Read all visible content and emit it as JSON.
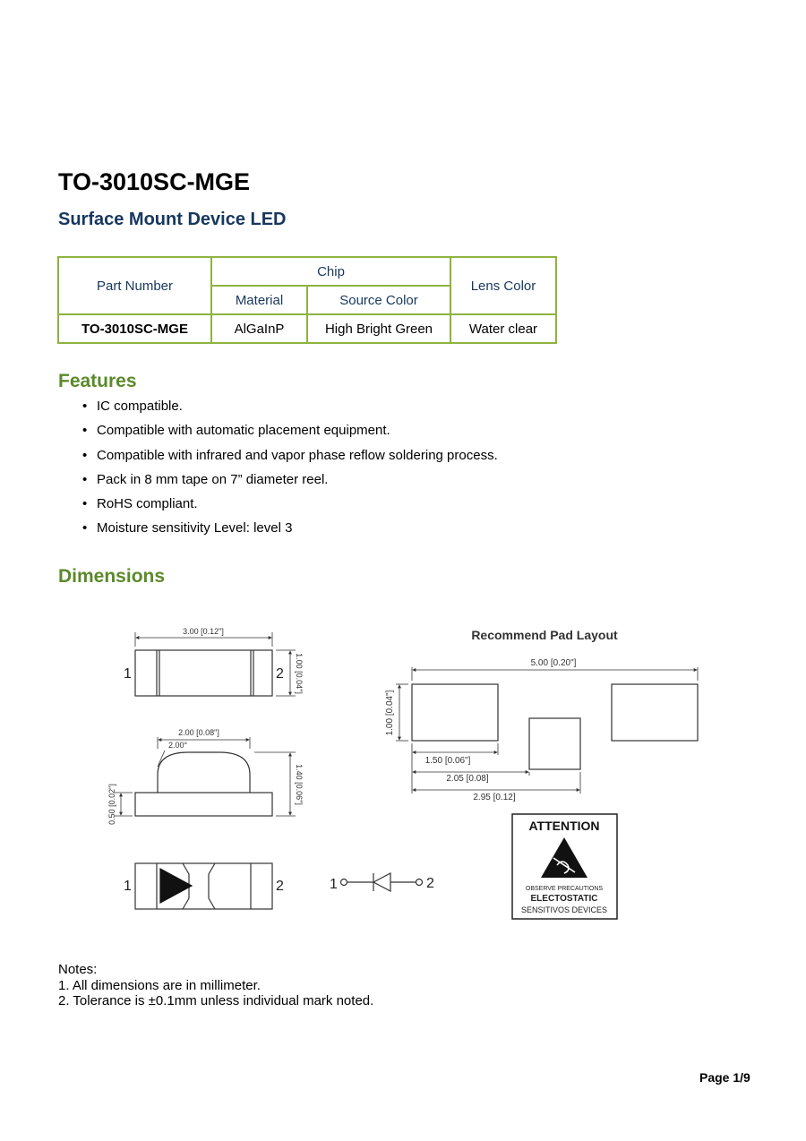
{
  "header": {
    "title": "TO-3010SC-MGE",
    "subtitle": "Surface Mount Device LED"
  },
  "spec_table": {
    "col_part_number": "Part Number",
    "col_chip": "Chip",
    "col_material": "Material",
    "col_source_color": "Source Color",
    "col_lens_color": "Lens Color",
    "row": {
      "part_number": "TO-3010SC-MGE",
      "material": "AlGaInP",
      "source_color": "High Bright Green",
      "lens_color": "Water clear"
    }
  },
  "features": {
    "heading": "Features",
    "items": [
      "IC compatible.",
      "Compatible with automatic placement equipment.",
      "Compatible with infrared and vapor phase reflow soldering process.",
      "Pack in 8 mm tape on 7” diameter reel.",
      "RoHS compliant.",
      "Moisture sensitivity Level: level 3"
    ]
  },
  "dimensions": {
    "heading": "Dimensions",
    "top_view": {
      "width": "3.00 [0.12\"]",
      "height": "1.00 [0.04\"]",
      "pin1": "1",
      "pin2": "2"
    },
    "side_view": {
      "lens_width": "2.00 [0.08\"]",
      "angle": "2.00°",
      "base_height": "0.50 [0.02\"]",
      "total_height": "1.40 [0.06\"]"
    },
    "bottom_view": {
      "pin1": "1",
      "pin2": "2"
    },
    "schematic": {
      "pin1": "1",
      "pin2": "2"
    },
    "pad_layout": {
      "title": "Recommend Pad Layout",
      "total_width": "5.00 [0.20\"]",
      "pad_height": "1.00 [0.04\"]",
      "pad_width": "1.50 [0.06\"]",
      "dim_2": "2.05 [0.08]",
      "dim_3": "2.95 [0.12]"
    },
    "attention": {
      "title": "ATTENTION",
      "line1": "OBSERVE PRECAUTIONS",
      "line2": "ELECTOSTATIC",
      "line3": "SENSITIVOS DEVICES"
    }
  },
  "notes": {
    "heading": "Notes:",
    "items": [
      "1. All dimensions are in millimeter.",
      "2. Tolerance is ±0.1mm unless individual mark noted."
    ]
  },
  "footer": {
    "page": "Page 1/9"
  }
}
